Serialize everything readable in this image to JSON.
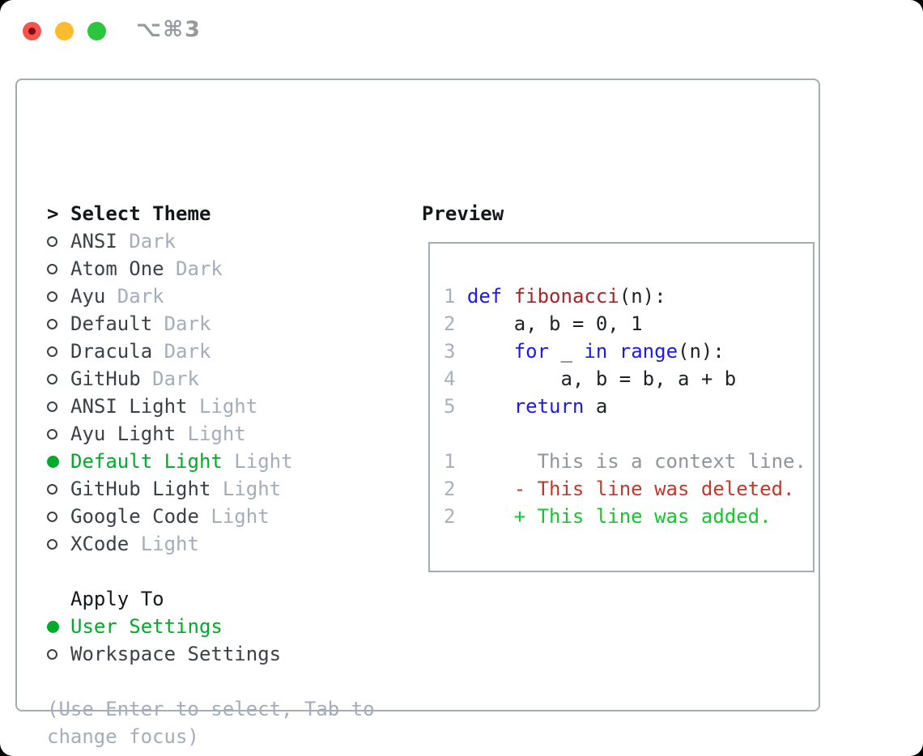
{
  "window": {
    "shortcut_label": "⌥⌘3"
  },
  "colors": {
    "red-light": "#f4534e",
    "red-dot": "#7e0f0f",
    "yellow-light": "#fcbc2d",
    "green-light": "#2bc53e",
    "accent-green": "#00ab2a",
    "header-text": "#14181d",
    "item-text": "#3b4149",
    "muted-text": "#a3adbb",
    "line-num": "#a8b1bd",
    "kw": "#1a1aee",
    "fn": "#a52525",
    "code-text": "#1e2227",
    "ctx": "#8d959d",
    "del": "#c0392b",
    "add": "#18c42f"
  },
  "theme_panel": {
    "cursor": ">",
    "header": "Select Theme",
    "items": [
      {
        "name": "ANSI",
        "variant": " Dark",
        "selected": false
      },
      {
        "name": "Atom One",
        "variant": " Dark",
        "selected": false
      },
      {
        "name": "Ayu",
        "variant": " Dark",
        "selected": false
      },
      {
        "name": "Default",
        "variant": " Dark",
        "selected": false
      },
      {
        "name": "Dracula",
        "variant": " Dark",
        "selected": false
      },
      {
        "name": "GitHub",
        "variant": " Dark",
        "selected": false
      },
      {
        "name": "ANSI Light",
        "variant": " Light",
        "selected": false
      },
      {
        "name": "Ayu Light",
        "variant": " Light",
        "selected": false
      },
      {
        "name": "Default Light",
        "variant": " Light",
        "selected": true
      },
      {
        "name": "GitHub Light",
        "variant": " Light",
        "selected": false
      },
      {
        "name": "Google Code",
        "variant": " Light",
        "selected": false
      },
      {
        "name": "XCode",
        "variant": " Light",
        "selected": false
      }
    ]
  },
  "apply_panel": {
    "header": "Apply To",
    "items": [
      {
        "name": "User Settings",
        "selected": true
      },
      {
        "name": "Workspace Settings",
        "selected": false
      }
    ]
  },
  "hint": {
    "line1": "(Use Enter to select, Tab to",
    "line2": "change focus)"
  },
  "preview": {
    "header": "Preview",
    "code_lines": [
      {
        "num": "1",
        "tokens": [
          {
            "t": "def",
            "c": "kw"
          },
          {
            "t": " ",
            "c": "pl"
          },
          {
            "t": "fibonacci",
            "c": "fn"
          },
          {
            "t": "(n):",
            "c": "pl"
          }
        ]
      },
      {
        "num": "2",
        "tokens": [
          {
            "t": "    a, b = 0, 1",
            "c": "pl"
          }
        ]
      },
      {
        "num": "3",
        "tokens": [
          {
            "t": "    ",
            "c": "pl"
          },
          {
            "t": "for",
            "c": "kw"
          },
          {
            "t": " _ ",
            "c": "pl"
          },
          {
            "t": "in",
            "c": "kw"
          },
          {
            "t": " ",
            "c": "pl"
          },
          {
            "t": "range",
            "c": "kw"
          },
          {
            "t": "(n):",
            "c": "pl"
          }
        ]
      },
      {
        "num": "4",
        "tokens": [
          {
            "t": "        a, b = b, a + b",
            "c": "pl"
          }
        ]
      },
      {
        "num": "5",
        "tokens": [
          {
            "t": "    ",
            "c": "pl"
          },
          {
            "t": "return",
            "c": "kw"
          },
          {
            "t": " a",
            "c": "pl"
          }
        ]
      },
      {
        "num": "",
        "tokens": []
      },
      {
        "num": "1",
        "tokens": [
          {
            "t": "      This is a context line.",
            "c": "ctx"
          }
        ]
      },
      {
        "num": "2",
        "tokens": [
          {
            "t": "    - This line was deleted.",
            "c": "del"
          }
        ]
      },
      {
        "num": "2",
        "tokens": [
          {
            "t": "    + This line was added.",
            "c": "add"
          }
        ]
      }
    ]
  }
}
